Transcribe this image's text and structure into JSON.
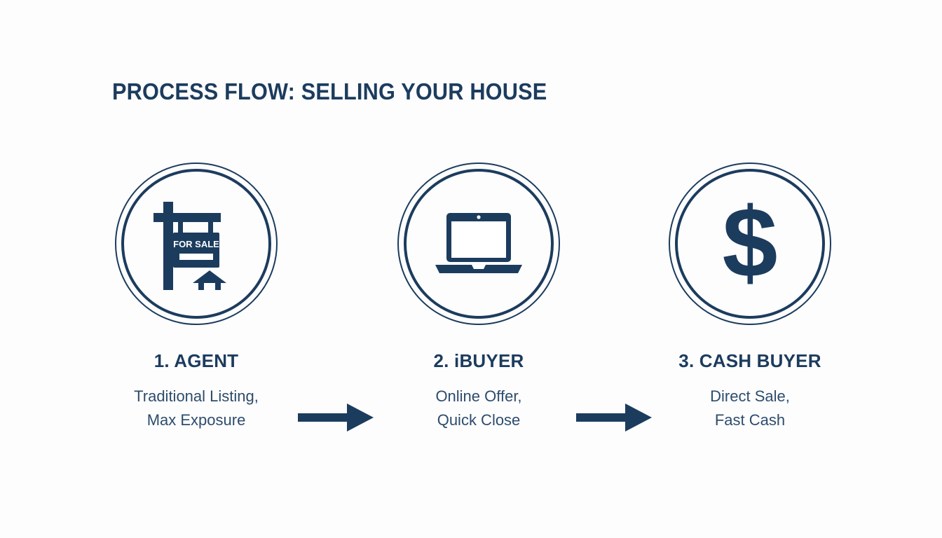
{
  "header": {
    "title": "PROCESS FLOW: SELLING YOUR HOUSE"
  },
  "colors": {
    "navy": "#1c3c5e",
    "body_text": "#2d4c6d",
    "background": "#fdfdfd"
  },
  "steps": [
    {
      "icon": "for-sale-sign-icon",
      "sign_text": "FOR SALE",
      "title": "1. AGENT",
      "desc_line_1": "Traditional Listing,",
      "desc_line_2": "Max Exposure"
    },
    {
      "icon": "laptop-icon",
      "title": "2. iBUYER",
      "desc_line_1": "Online Offer,",
      "desc_line_2": "Quick Close"
    },
    {
      "icon": "dollar-sign-icon",
      "title": "3. CASH BUYER",
      "desc_line_1": "Direct Sale,",
      "desc_line_2": "Fast Cash"
    }
  ],
  "connectors": [
    {
      "name": "arrow-right",
      "from": "1. AGENT",
      "to": "2. iBUYER"
    },
    {
      "name": "arrow-right",
      "from": "2. iBUYER",
      "to": "3. CASH BUYER"
    }
  ]
}
